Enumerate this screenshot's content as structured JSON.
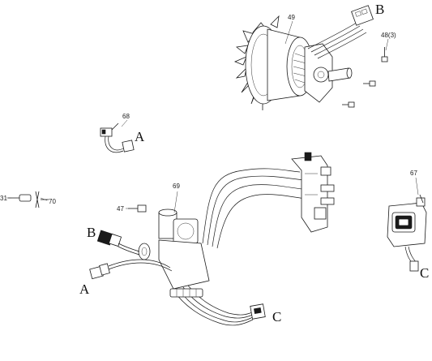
{
  "labels": {
    "p49": "49",
    "p48": "48(3)",
    "p68": "68",
    "p67": "67",
    "p69": "69",
    "p47": "47",
    "p31": "31",
    "p70": "70"
  },
  "connectors": {
    "b_top": "B",
    "a_upper": "A",
    "b_harness": "B",
    "a_harness": "A",
    "c_harness": "C",
    "c_right": "C"
  }
}
